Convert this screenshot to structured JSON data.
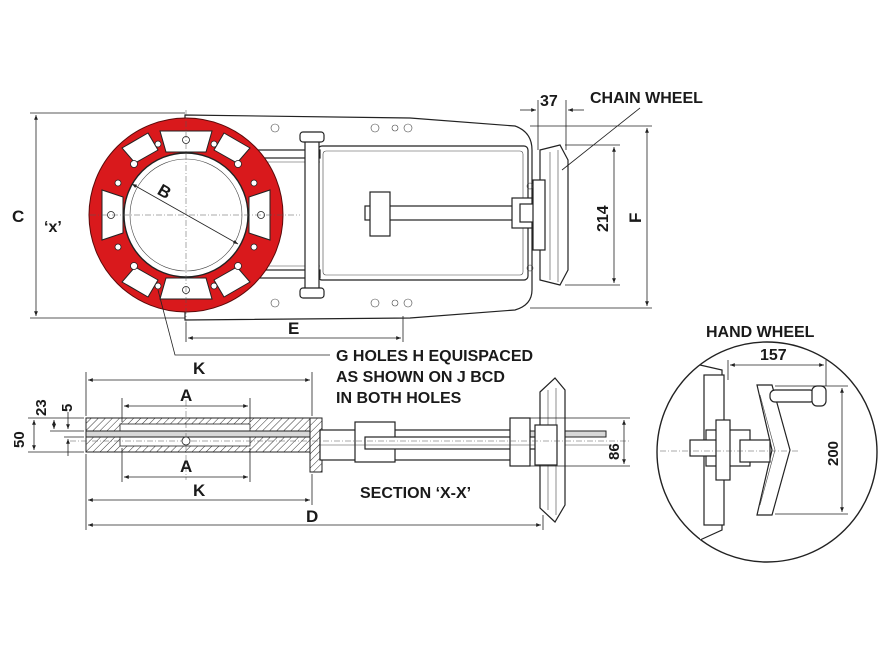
{
  "labels": {
    "chain_wheel": "CHAIN WHEEL",
    "hand_wheel": "HAND WHEEL",
    "section": "SECTION ‘X-X’",
    "x_mark": "‘x’",
    "note_line1": "G HOLES H EQUISPACED",
    "note_line2": "AS SHOWN ON J BCD",
    "note_line3": "IN BOTH HOLES"
  },
  "dimensions": {
    "C": "C",
    "F": "F",
    "E": "E",
    "B": "B",
    "K_top": "K",
    "A_top": "A",
    "A_bottom": "A",
    "K_bottom": "K",
    "D": "D",
    "d37": "37",
    "d214": "214",
    "d23": "23",
    "d5": "5",
    "d50": "50",
    "d86": "86",
    "d157": "157",
    "d200": "200"
  },
  "colors": {
    "flange": "#d9191c",
    "line": "#222222"
  }
}
